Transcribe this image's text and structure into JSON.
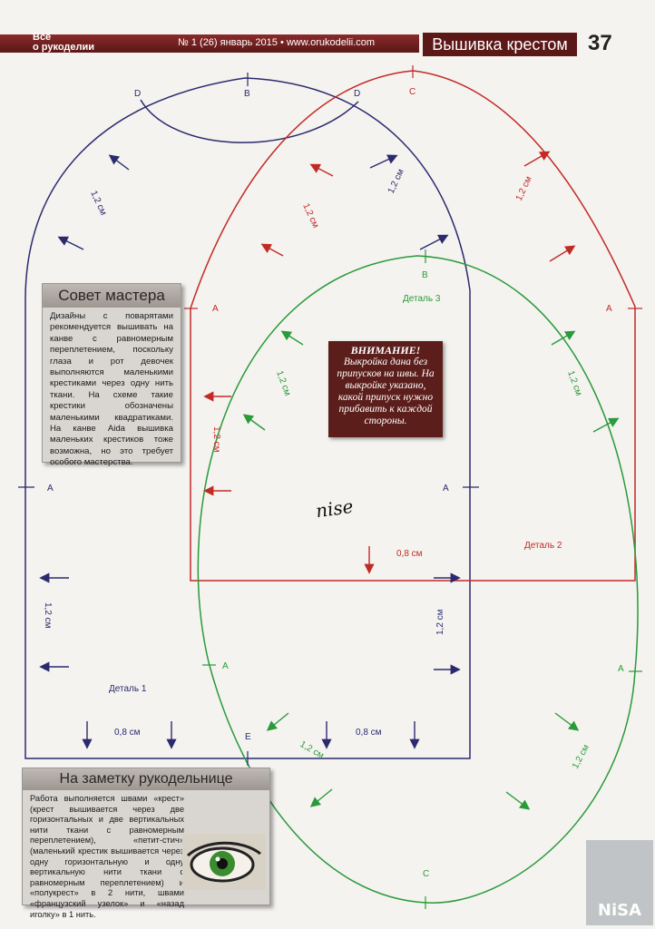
{
  "header": {
    "logo_line1": "Всё",
    "logo_line2": "о рукоделии",
    "issue": "№ 1 (26) январь 2015 • www.orukodelii.com",
    "section": "Вышивка крестом",
    "page_number": "37"
  },
  "tip_box": {
    "title": "Совет мастера",
    "text": "Дизайны с поварятами рекомендуется вышивать на канве с равномерным переплетением, поскольку глаза и рот девочек выполняются маленькими крестиками через одну нить ткани. На схеме такие крестики обозначены маленькими квадратиками. На канве Aida вышивка маленьких крестиков тоже возможна, но это требует особого мастерства."
  },
  "note_box": {
    "title": "На заметку рукодельнице",
    "text": "Работа выполняется швами «крест» (крест вышивается через две горизонтальных и две вертикальных нити ткани с равномерным переплетением), «петит-стич» (маленький крестик вышивается через одну горизонтальную и одну вертикальную нити ткани с равномерным переплетением) и «полукрест» в 2 нити, швами «французский узелок» и «назад иголку» в 1 нить."
  },
  "warning": {
    "title": "ВНИМАНИЕ!",
    "text": "Выкройка дана без припусков на швы. На выкройке указано, какой припуск нужно прибавить к каждой стороны."
  },
  "pattern": {
    "detail1": "Деталь 1",
    "detail2": "Деталь 2",
    "detail3": "Деталь 3",
    "allowance_12": "1,2 см",
    "allowance_08": "0,8 см",
    "point_a": "A",
    "point_b": "B",
    "point_c": "C",
    "point_d": "D",
    "point_e": "E"
  },
  "signature": "nise",
  "watermark": "NiSA",
  "colors": {
    "navy": "#2b2a6e",
    "red": "#c22a26",
    "green": "#2a9a3a",
    "header": "#5c1717"
  }
}
